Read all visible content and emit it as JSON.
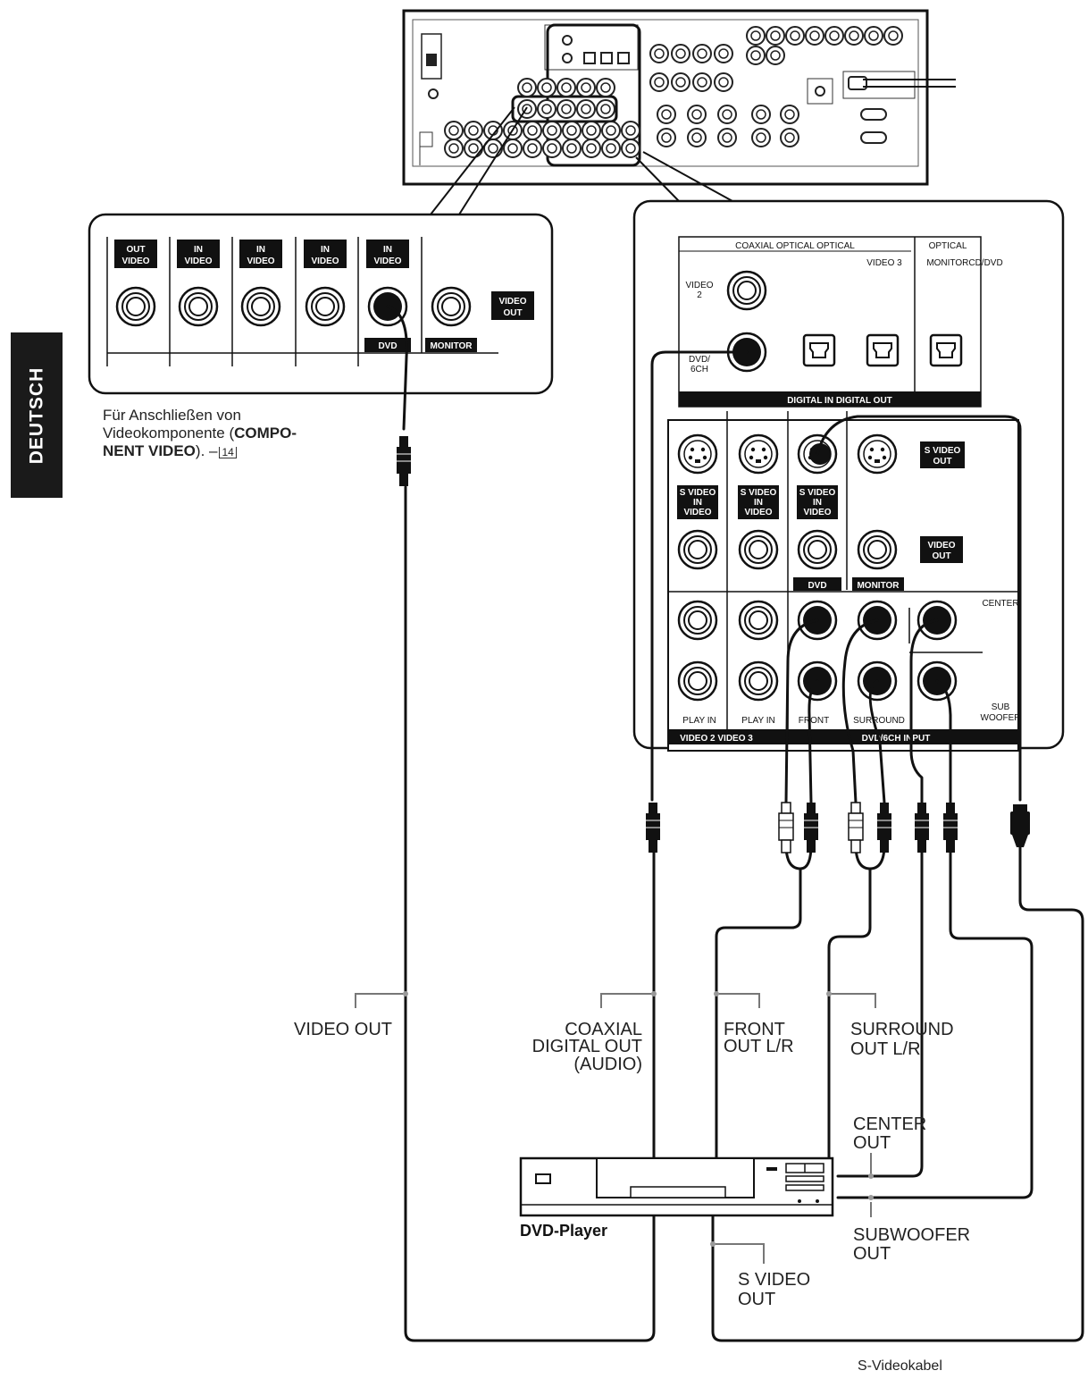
{
  "side_tab": {
    "label": "DEUTSCH"
  },
  "note": {
    "line1": "Für Anschließen von",
    "line2_pre": "Videokomponente (",
    "line2_bold": "COMPO-",
    "line3_bold": "NENT VIDEO",
    "line3_post": "). –",
    "ref": "14"
  },
  "left_panel": {
    "labels": {
      "out_video": [
        "OUT",
        "VIDEO"
      ],
      "in_video": [
        "IN",
        "VIDEO"
      ],
      "video_out": [
        "VIDEO",
        "OUT"
      ],
      "dvd": "DVD",
      "monitor": "MONITOR"
    }
  },
  "right_panel": {
    "digital_header": "COAXIAL OPTICAL OPTICAL",
    "optical_header": "OPTICAL",
    "video3": "VIDEO 3",
    "monitor_cd_dvd": "MONITORCD/DVD",
    "video2": [
      "VIDEO",
      "2"
    ],
    "dvd_6ch": [
      "DVD/",
      "6CH"
    ],
    "digital_bar": "DIGITAL IN DIGITAL OUT",
    "s_video_in_video": [
      "S VIDEO",
      "IN",
      "VIDEO"
    ],
    "s_video_out": [
      "S VIDEO",
      "OUT"
    ],
    "video_out": [
      "VIDEO",
      "OUT"
    ],
    "dvd": "DVD",
    "monitor": "MONITOR",
    "center": "CENTER",
    "sub_woofer": [
      "SUB",
      "WOOFER"
    ],
    "play_in": "PLAY IN",
    "front": "FRONT",
    "surround": "SURROUND",
    "bottom_bar_left": "VIDEO 2 VIDEO 3",
    "bottom_bar_right": "DVD/6CH INPUT"
  },
  "cable_labels": {
    "video_out": "VIDEO OUT",
    "coaxial": [
      "COAXIAL",
      "DIGITAL OUT",
      "(AUDIO)"
    ],
    "front": [
      "FRONT",
      "OUT L/R"
    ],
    "surround": [
      "SURROUND",
      "OUT L/R"
    ],
    "center": [
      "CENTER",
      "OUT"
    ],
    "subwoofer": [
      "SUBWOOFER",
      "OUT"
    ],
    "s_video_out": [
      "S VIDEO",
      "OUT"
    ],
    "s_videokabel": "S-Videokabel"
  },
  "device": {
    "label": "DVD-Player"
  }
}
